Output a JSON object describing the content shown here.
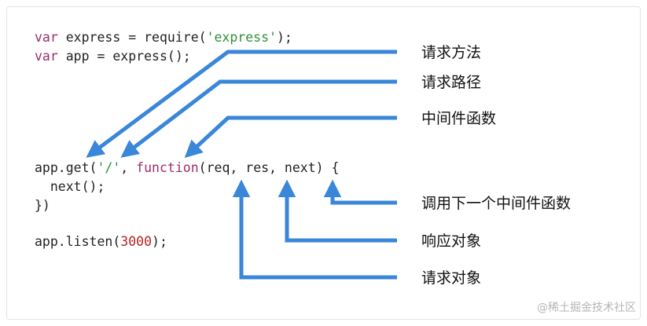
{
  "code": {
    "line1": {
      "kw": "var",
      "rest": " express = require(",
      "str": "'express'",
      "end": ");"
    },
    "line2": {
      "kw": "var",
      "rest": " app = express();"
    },
    "line3": {
      "pre": "app.get(",
      "str": "'/'",
      "mid": ", ",
      "kw": "function",
      "post": "(req, res, next) {"
    },
    "line4": {
      "text": "  next();"
    },
    "line5": {
      "text": "})"
    },
    "line6": {
      "pre": "app.listen(",
      "num": "3000",
      "end": ");"
    }
  },
  "labels": {
    "method": "请求方法",
    "path": "请求路径",
    "middleware": "中间件函数",
    "next": "调用下一个中间件函数",
    "response": "响应对象",
    "request": "请求对象"
  },
  "watermark": "@稀土掘金技术社区",
  "colors": {
    "arrow": "#3a86d9",
    "keyword": "#9b2d6e",
    "string": "#2f8f3a",
    "number": "#b22222"
  }
}
